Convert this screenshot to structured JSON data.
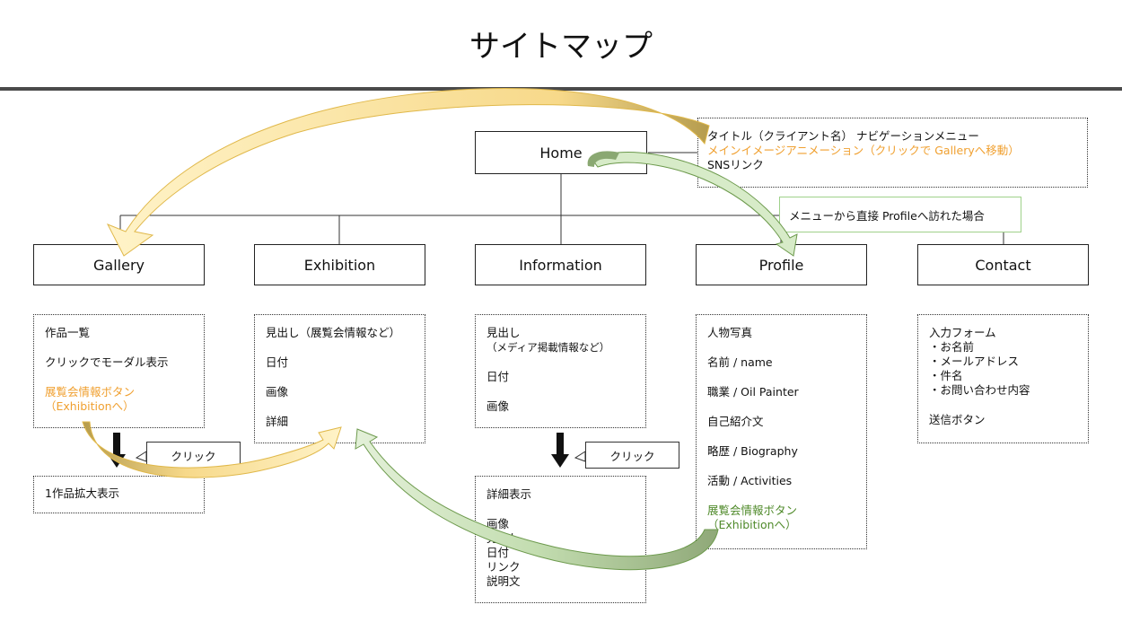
{
  "title": "サイトマップ",
  "nodes": {
    "home": "Home",
    "gallery": "Gallery",
    "exhibition": "Exhibition",
    "information": "Information",
    "profile": "Profile",
    "contact": "Contact"
  },
  "home_panel": {
    "line1": "タイトル（クライアント名）  ナビゲーションメニュー",
    "line2": "メインイメージアニメーション（クリックで  Galleryへ移動）",
    "line3": "SNSリンク"
  },
  "profile_note": "メニューから直接 Profileへ訪れた場合",
  "gallery_panel": {
    "item1": "作品一覧",
    "item2": "クリックでモーダル表示",
    "item3": "展覧会情報ボタン",
    "item4": "（Exhibitionへ）"
  },
  "gallery_click": "クリック",
  "gallery_detail": "1作品拡大表示",
  "exhibition_panel": {
    "item1": "見出し（展覧会情報など）",
    "item2": "日付",
    "item3": "画像",
    "item4": "詳細"
  },
  "information_panel": {
    "item1": "見出し",
    "item2": "（メディア掲載情報など）",
    "item3": "日付",
    "item4": "画像"
  },
  "information_click": "クリック",
  "information_detail": {
    "title": "詳細表示",
    "items": [
      "画像",
      "見出し",
      "日付",
      "リンク",
      "説明文"
    ]
  },
  "profile_panel": {
    "item1": "人物写真",
    "item2": "名前 / name",
    "item3": "職業 / Oil Painter",
    "item4": "自己紹介文",
    "item5": "略歴 / Biography",
    "item6": "活動 / Activities",
    "item7": "展覧会情報ボタン",
    "item8": "（Exhibitionへ）"
  },
  "contact_panel": {
    "item1": "入力フォーム",
    "item2": "・お名前",
    "item3": "・メールアドレス",
    "item4": "・件名",
    "item5": "・お問い合わせ内容",
    "item6": "送信ボタン"
  },
  "colors": {
    "orange_text": "#f0a030",
    "green_text": "#4f8a2a",
    "yellow_arrow": "#fbe39a",
    "olive_arrow": "#b8a05a",
    "green_arrow": "#7fa860",
    "light_green": "#c9e6b5"
  }
}
